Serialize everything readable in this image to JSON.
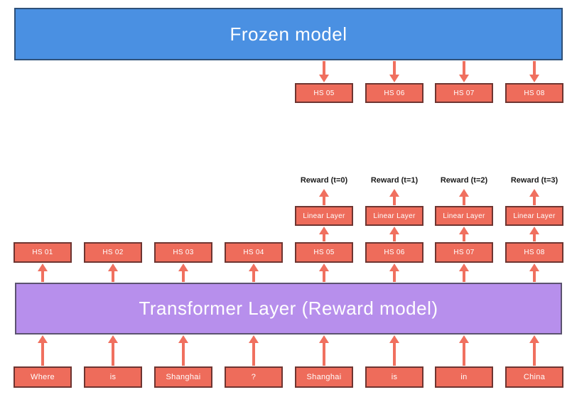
{
  "diagram": {
    "frozen_model": {
      "label": "Frozen model"
    },
    "transformer_layer": {
      "label": "Transformer Layer (Reward model)"
    },
    "top_hidden_states": [
      "HS 05",
      "HS 06",
      "HS 07",
      "HS 08"
    ],
    "reward_labels": [
      "Reward (t=0)",
      "Reward (t=1)",
      "Reward (t=2)",
      "Reward (t=3)"
    ],
    "linear_layers": [
      "Linear Layer",
      "Linear Layer",
      "Linear Layer",
      "Linear Layer"
    ],
    "hidden_states": [
      "HS 01",
      "HS 02",
      "HS 03",
      "HS 04",
      "HS 05",
      "HS 06",
      "HS 07",
      "HS 08"
    ],
    "input_tokens": [
      "Where",
      "is",
      "Shanghai",
      "?",
      "Shanghai",
      "is",
      "in",
      "China"
    ]
  },
  "colors": {
    "frozen_fill": "#4a90e2",
    "frozen_border": "#2f5179",
    "transformer_fill": "#b78fec",
    "transformer_border": "#5c5370",
    "node_fill": "#ee6c5b",
    "node_border": "#6e3531",
    "arrow": "#f0705f",
    "reward_text": "#1a1a1a",
    "box_text": "#ffffff"
  }
}
